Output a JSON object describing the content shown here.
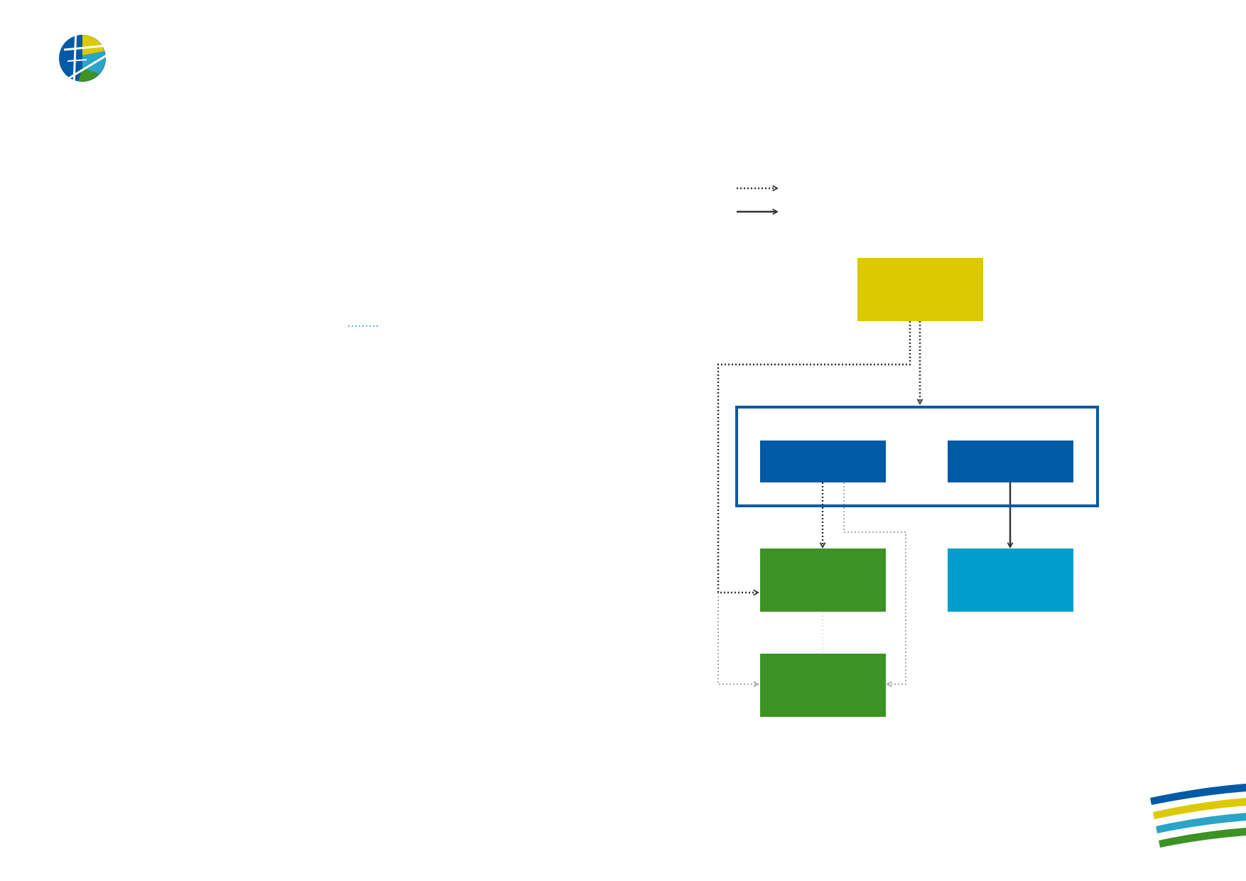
{
  "colors": {
    "brand_blue": "#005aa6",
    "brand_yellow": "#dcc900",
    "brand_cyan": "#009fcb",
    "brand_green": "#3c9324",
    "arrow_dark": "#333333",
    "arrow_light": "#aaaaaa",
    "accent_dotted": "#2aa4c8"
  },
  "logo": {
    "icon": "globe-logo-icon"
  },
  "legend": {
    "items": [
      {
        "style": "dotted",
        "icon": "dotted-arrow-icon"
      },
      {
        "style": "solid",
        "icon": "solid-arrow-icon"
      }
    ]
  },
  "diagram": {
    "nodes": [
      {
        "id": "top",
        "color": "brand_yellow"
      },
      {
        "id": "group",
        "color": "brand_blue",
        "style": "outline"
      },
      {
        "id": "inner-left",
        "color": "brand_blue"
      },
      {
        "id": "inner-right",
        "color": "brand_blue"
      },
      {
        "id": "mid-left",
        "color": "brand_green"
      },
      {
        "id": "mid-right",
        "color": "brand_cyan"
      },
      {
        "id": "bottom-left",
        "color": "brand_green"
      }
    ],
    "edges": [
      {
        "from": "top",
        "to": "group",
        "style": "dotted"
      },
      {
        "from": "top",
        "to": "mid-left",
        "style": "dotted"
      },
      {
        "from": "top",
        "to": "bottom-left",
        "style": "dotted-light"
      },
      {
        "from": "inner-left",
        "to": "mid-left",
        "style": "dotted"
      },
      {
        "from": "inner-left",
        "to": "bottom-left",
        "style": "dotted-light"
      },
      {
        "from": "inner-right",
        "to": "mid-right",
        "style": "solid"
      },
      {
        "from": "mid-left",
        "to": "bottom-left",
        "style": "dotted-faint"
      }
    ]
  },
  "decor": {
    "icon": "brand-stripes-icon"
  }
}
